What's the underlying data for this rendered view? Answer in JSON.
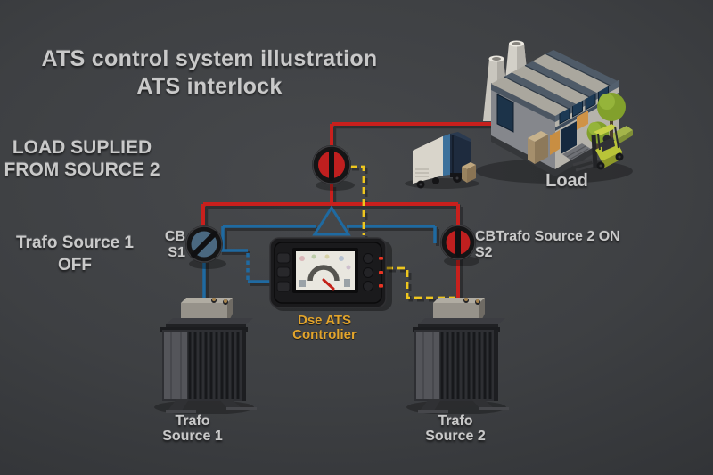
{
  "title": {
    "line1": "ATS control system illustration",
    "line2": "ATS interlock"
  },
  "status_note": {
    "line1": "LOAD SUPLIED",
    "line2": "FROM SOURCE 2"
  },
  "load": {
    "label": "Load"
  },
  "controller": {
    "name_line1": "Dse ATS",
    "name_line2": "Controlier"
  },
  "source1": {
    "status_line1": "Trafo Source 1",
    "status_line2": "OFF",
    "breaker_line1": "CB",
    "breaker_line2": "S1",
    "trafo_line1": "Trafo",
    "trafo_line2": "Source 1",
    "breaker_state": "open"
  },
  "source2": {
    "status_line1": "CBTrafo Source 2 ON",
    "breaker_line2": "S2",
    "trafo_line1": "Trafo",
    "trafo_line2": "Source 2",
    "breaker_state": "closed"
  },
  "load_breaker": {
    "breaker_state": "closed"
  },
  "colors": {
    "wire_live": "#c8201d",
    "wire_dead": "#1f6aa1",
    "wire_control": "#eec61e",
    "breaker_closed_fill": "#bf1f1f",
    "breaker_open_fill": "#4a6880",
    "controller_label": "#e2a42c",
    "label_text": "#c9c9c9",
    "background": "#3e4043"
  }
}
